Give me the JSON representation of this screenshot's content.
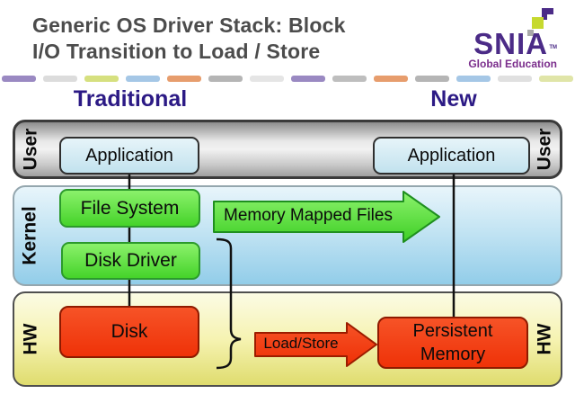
{
  "header": {
    "title_line1": "Generic OS Driver Stack: Block",
    "title_line2": "I/O Transition to Load / Store",
    "logo_text": "SNIA",
    "logo_tm": "TM",
    "logo_subtitle": "Global Education"
  },
  "columns": {
    "left": "Traditional",
    "right": "New"
  },
  "decor_dashes": [
    "#9a89c2",
    "#dcdcdc",
    "#d6e07f",
    "#a5c7e6",
    "#e79d6d",
    "#b5b5b5",
    "#e5e5e5",
    "#9a89c2",
    "#bebebe",
    "#e79d6d",
    "#b5b5b5",
    "#a5c7e6",
    "#e0e0e0",
    "#e0e5a8"
  ],
  "bands": {
    "user": {
      "label_left": "User",
      "label_right": "User"
    },
    "kernel": {
      "label_left": "Kernel"
    },
    "hw": {
      "label_left": "HW",
      "label_right": "HW"
    }
  },
  "nodes": {
    "application_left": "Application",
    "application_right": "Application",
    "file_system": "File System",
    "disk_driver": "Disk Driver",
    "disk": "Disk",
    "persistent_memory_line1": "Persistent",
    "persistent_memory_line2": "Memory"
  },
  "arrows": {
    "memory_mapped_files": "Memory Mapped Files",
    "load_store": "Load/Store"
  },
  "colors": {
    "title_text": "#4c4c4c",
    "column_header_text": "#2c1a85",
    "logo_purple": "#4b2b87",
    "logo_green": "#c6d92f",
    "green_box_fill": "#5ce23f",
    "green_box_border": "#2c9a2c",
    "blue_box_fill": "#cde8f2",
    "red_box_fill": "#f23911",
    "red_box_border": "#8f1a00",
    "user_band_fill": "#c9c9c9",
    "kernel_band_fill": "#9fd2ea",
    "hw_band_fill": "#efec94",
    "connector_line": "#111111"
  }
}
